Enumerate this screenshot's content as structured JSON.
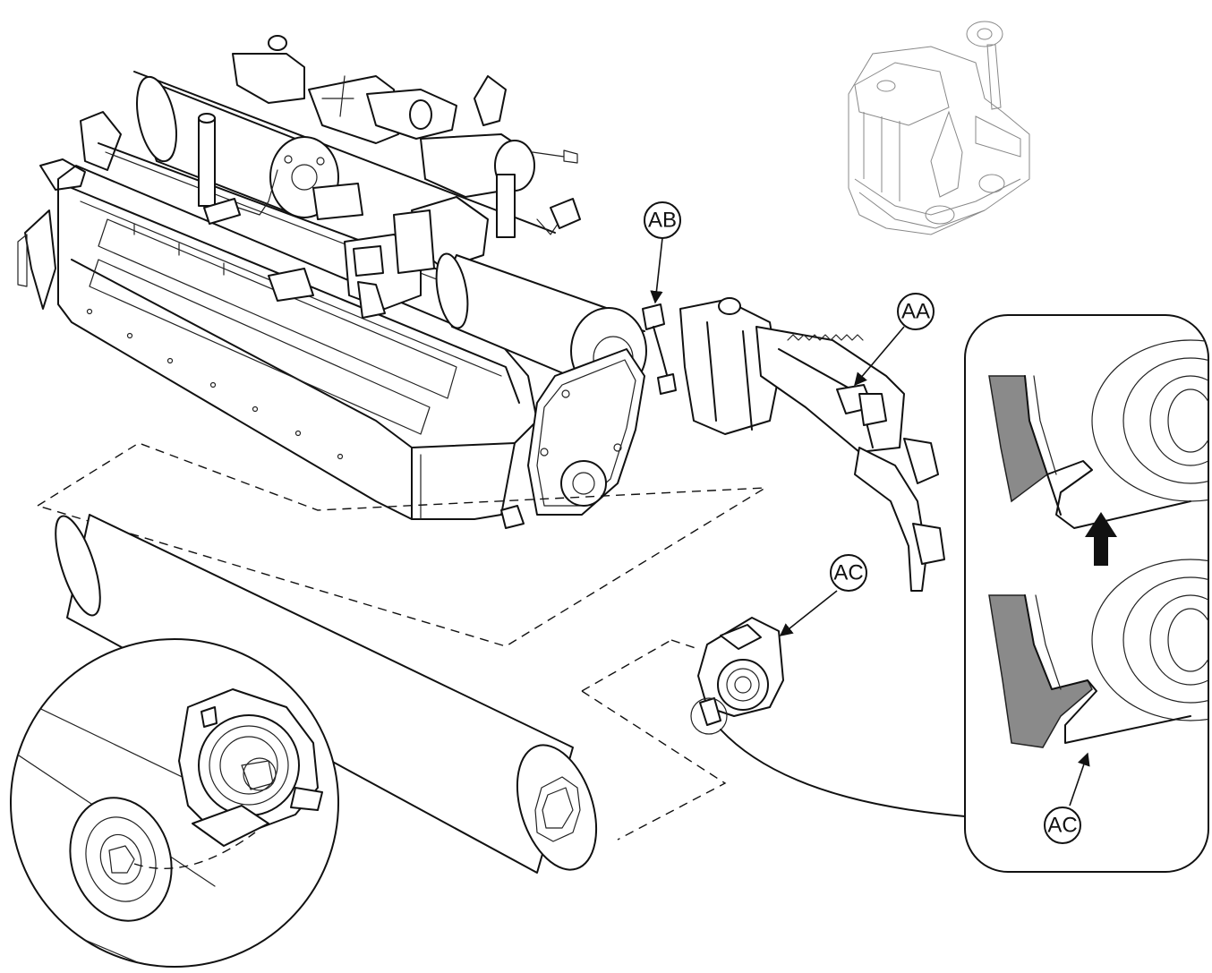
{
  "callouts": {
    "ab": "AB",
    "aa": "AA",
    "ac_part": "AC",
    "ac_detail": "AC"
  },
  "colors": {
    "line": "#111111",
    "shade": "#8a8a8a",
    "arrow": "#111111"
  }
}
